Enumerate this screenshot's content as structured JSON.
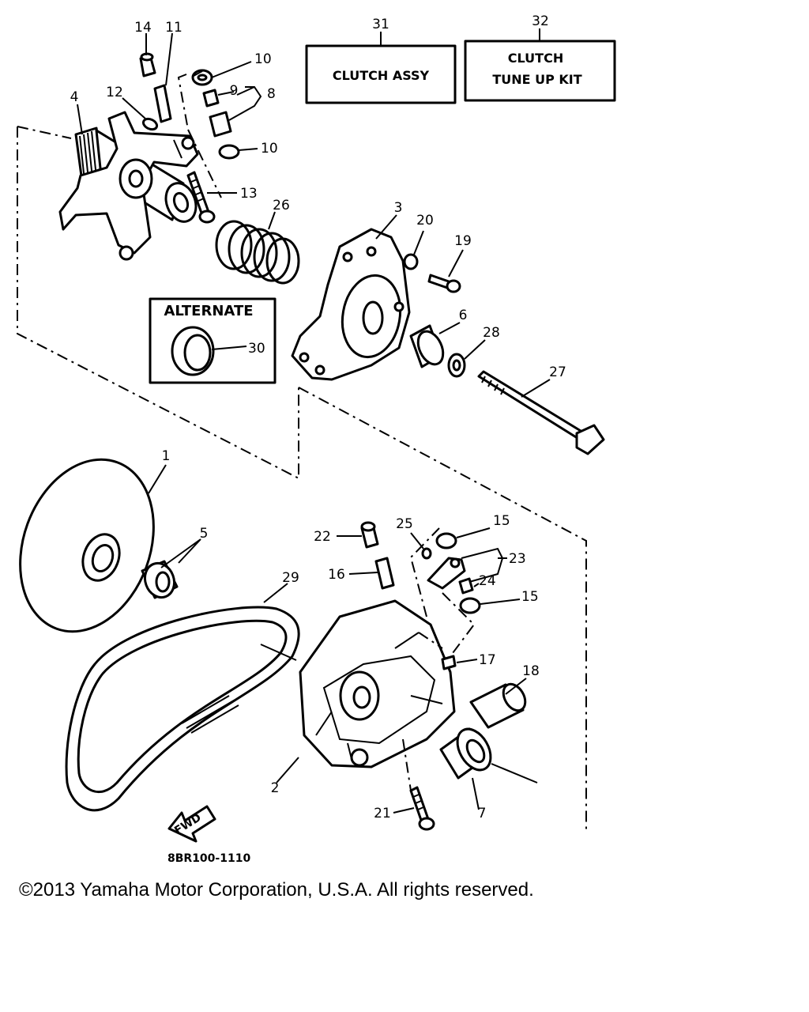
{
  "boxes": {
    "clutch_assy": "CLUTCH ASSY",
    "tune_up_line1": "CLUTCH",
    "tune_up_line2": "TUNE UP KIT",
    "alternate": "ALTERNATE"
  },
  "callouts": {
    "p1": "1",
    "p2": "2",
    "p3": "3",
    "p4": "4",
    "p5": "5",
    "p6": "6",
    "p7": "7",
    "p8": "8",
    "p9": "9",
    "p10a": "10",
    "p10b": "10",
    "p11": "11",
    "p12": "12",
    "p13": "13",
    "p14": "14",
    "p15a": "15",
    "p15b": "15",
    "p16": "16",
    "p17": "17",
    "p18": "18",
    "p19": "19",
    "p20": "20",
    "p21": "21",
    "p22": "22",
    "p23": "23",
    "p24": "24",
    "p25": "25",
    "p26": "26",
    "p27": "27",
    "p28": "28",
    "p29": "29",
    "p30": "30",
    "p31": "31",
    "p32": "32"
  },
  "fwd_arrow": "FWD",
  "diagram_code": "8BR100-1110",
  "copyright": "©2013 Yamaha Motor Corporation, U.S.A. All rights reserved."
}
